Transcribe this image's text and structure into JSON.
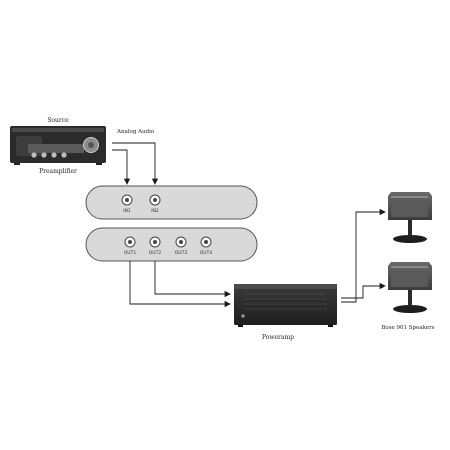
{
  "labels": {
    "source_title": "Source",
    "source_subtitle": "Preamplifier",
    "analog_audio": "Analog Audio",
    "poweramp": "Poweramp",
    "speakers": "Bose 901 Speakers"
  },
  "inputs": [
    "IN1",
    "IN2"
  ],
  "outputs": [
    "OUT1",
    "OUT2",
    "OUT3",
    "OUT4"
  ],
  "colors": {
    "line": "#1a1a1a",
    "device_dark": "#2b2b2b",
    "panel_fill": "#d9d9d9",
    "panel_stroke": "#555555"
  }
}
